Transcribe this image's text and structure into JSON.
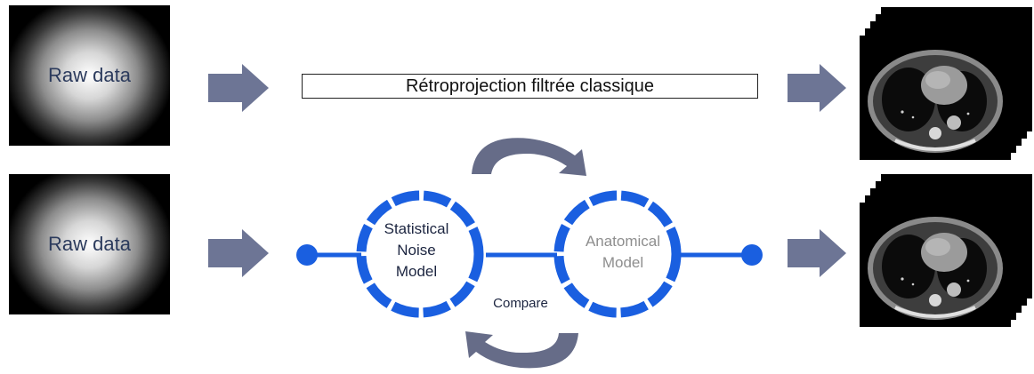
{
  "rows": [
    {
      "raw_label": "Raw data"
    },
    {
      "raw_label": "Raw data"
    }
  ],
  "fbp_label": "Rétroprojection filtrée classique",
  "left_circle": {
    "line1": "Statistical",
    "line2": "Noise",
    "line3": "Model"
  },
  "right_circle": {
    "line1": "Anatomical",
    "line2": "Model"
  },
  "compare_label": "Compare",
  "colors": {
    "arrow": "#6d7595",
    "curved_arrow": "#666c88",
    "circle_blue": "#1a5fe0",
    "label_text": "#2b3a5c",
    "muted_text": "#8e8e8e"
  },
  "icons": [
    "right-arrow-icon",
    "curved-arrow-icon",
    "ct-scan-stack-icon"
  ]
}
